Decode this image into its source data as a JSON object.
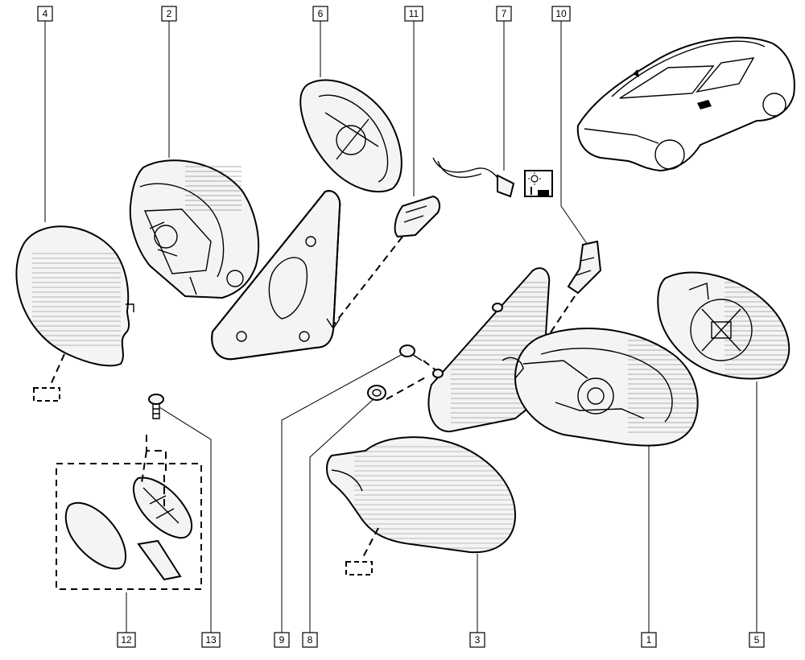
{
  "callouts": [
    {
      "id": "c4",
      "label": "4"
    },
    {
      "id": "c2",
      "label": "2"
    },
    {
      "id": "c6",
      "label": "6"
    },
    {
      "id": "c11",
      "label": "11"
    },
    {
      "id": "c7",
      "label": "7"
    },
    {
      "id": "c10",
      "label": "10"
    },
    {
      "id": "c12",
      "label": "12"
    },
    {
      "id": "c13",
      "label": "13"
    },
    {
      "id": "c9",
      "label": "9"
    },
    {
      "id": "c8",
      "label": "8"
    },
    {
      "id": "c3",
      "label": "3"
    },
    {
      "id": "c1",
      "label": "1"
    },
    {
      "id": "c5",
      "label": "5"
    }
  ]
}
